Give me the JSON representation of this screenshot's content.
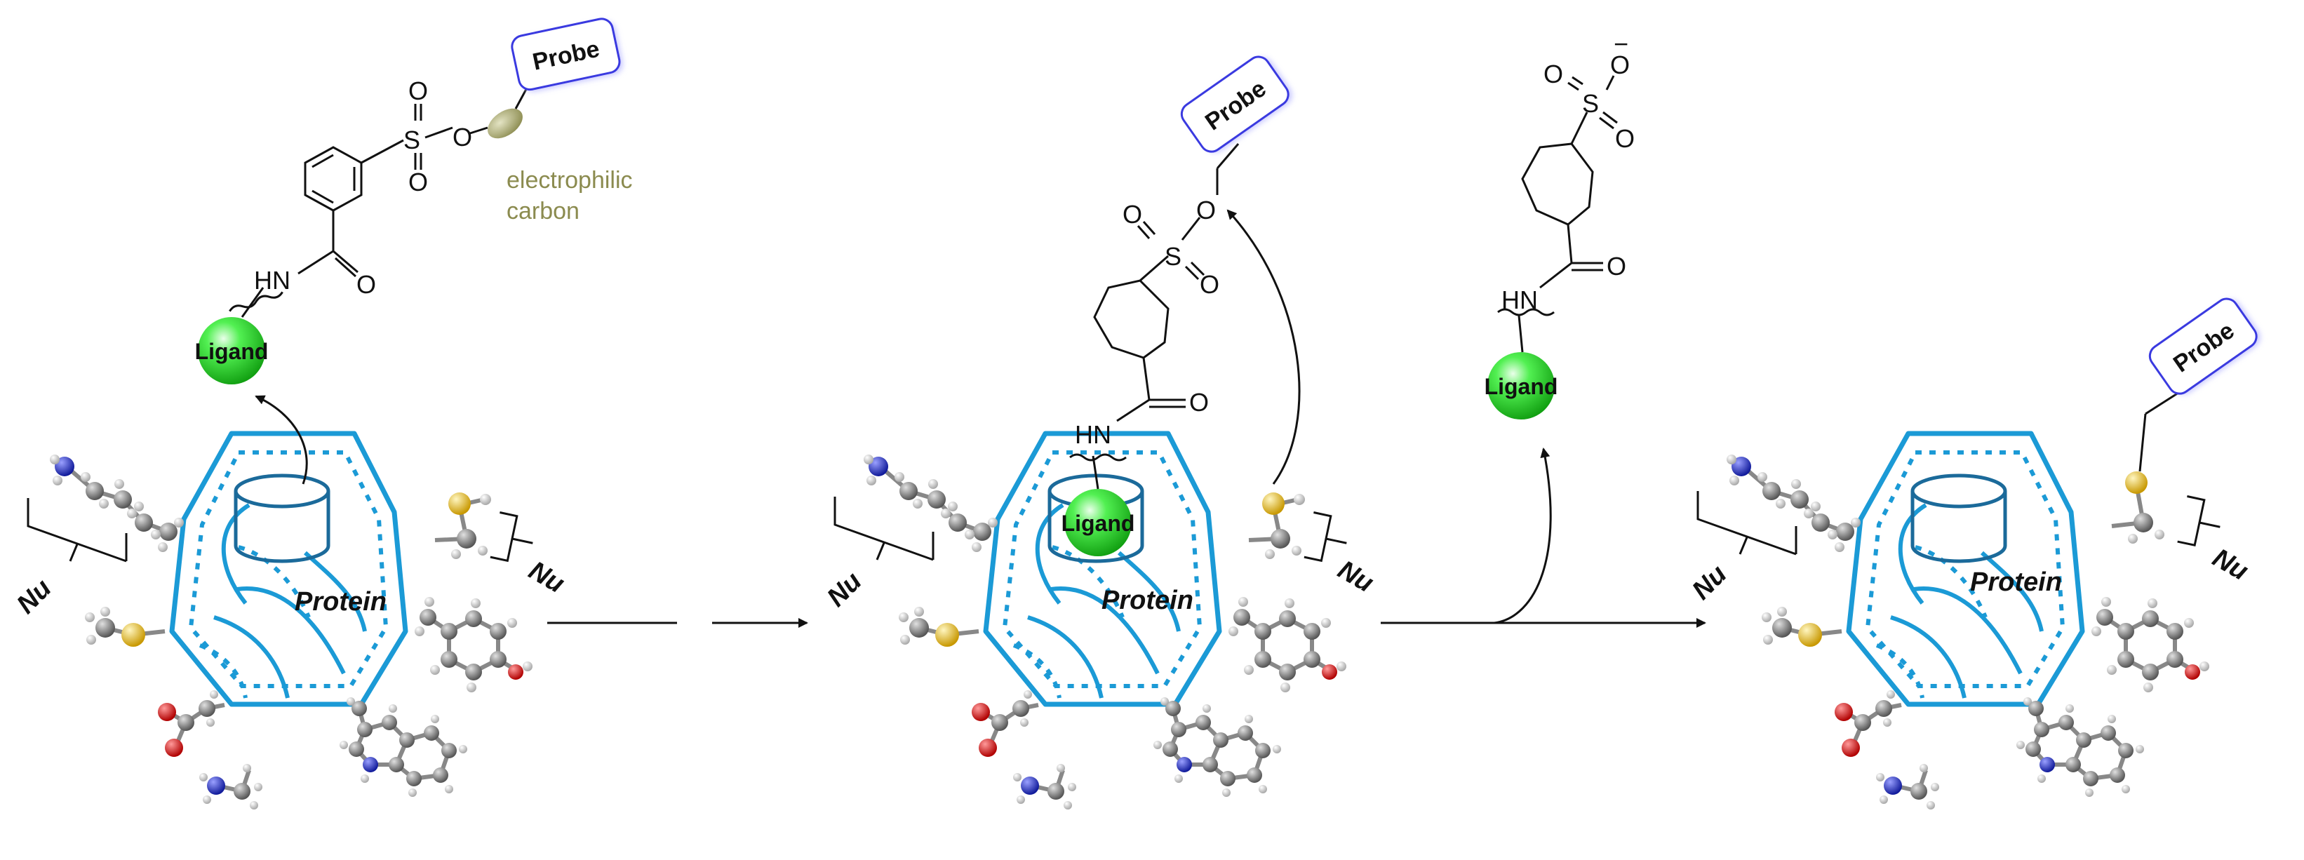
{
  "labels": {
    "probe": "Probe",
    "ligand": "Ligand",
    "protein": "Protein",
    "nu": "Nu",
    "electrophilic_line1": "electrophilic",
    "electrophilic_line2": "carbon",
    "hn": "HN",
    "o": "O",
    "s": "S",
    "minus": "−"
  },
  "panels": [
    {
      "name": "initial-binding",
      "step": 1
    },
    {
      "name": "ligand-bound-labeling",
      "step": 2
    },
    {
      "name": "labeled-protein",
      "step": 3
    }
  ],
  "colors": {
    "protein_outline": "#1b9ad6",
    "ligand_sphere": "#22dd22",
    "probe_border": "#3a3ae0",
    "electrophilic_text": "#8b8b4f",
    "sulfur_atom": "#f0c020",
    "oxygen_atom": "#e01010",
    "nitrogen_atom": "#1a2ad0",
    "carbon_atom": "#7a7a7a",
    "hydrogen_atom": "#d8d8d8"
  },
  "icons": [
    "probe-tag-icon",
    "ligand-sphere-icon",
    "protein-heptagon-icon",
    "binding-pocket-icon",
    "amino-acid-residue-icon",
    "reaction-arrow-icon"
  ]
}
